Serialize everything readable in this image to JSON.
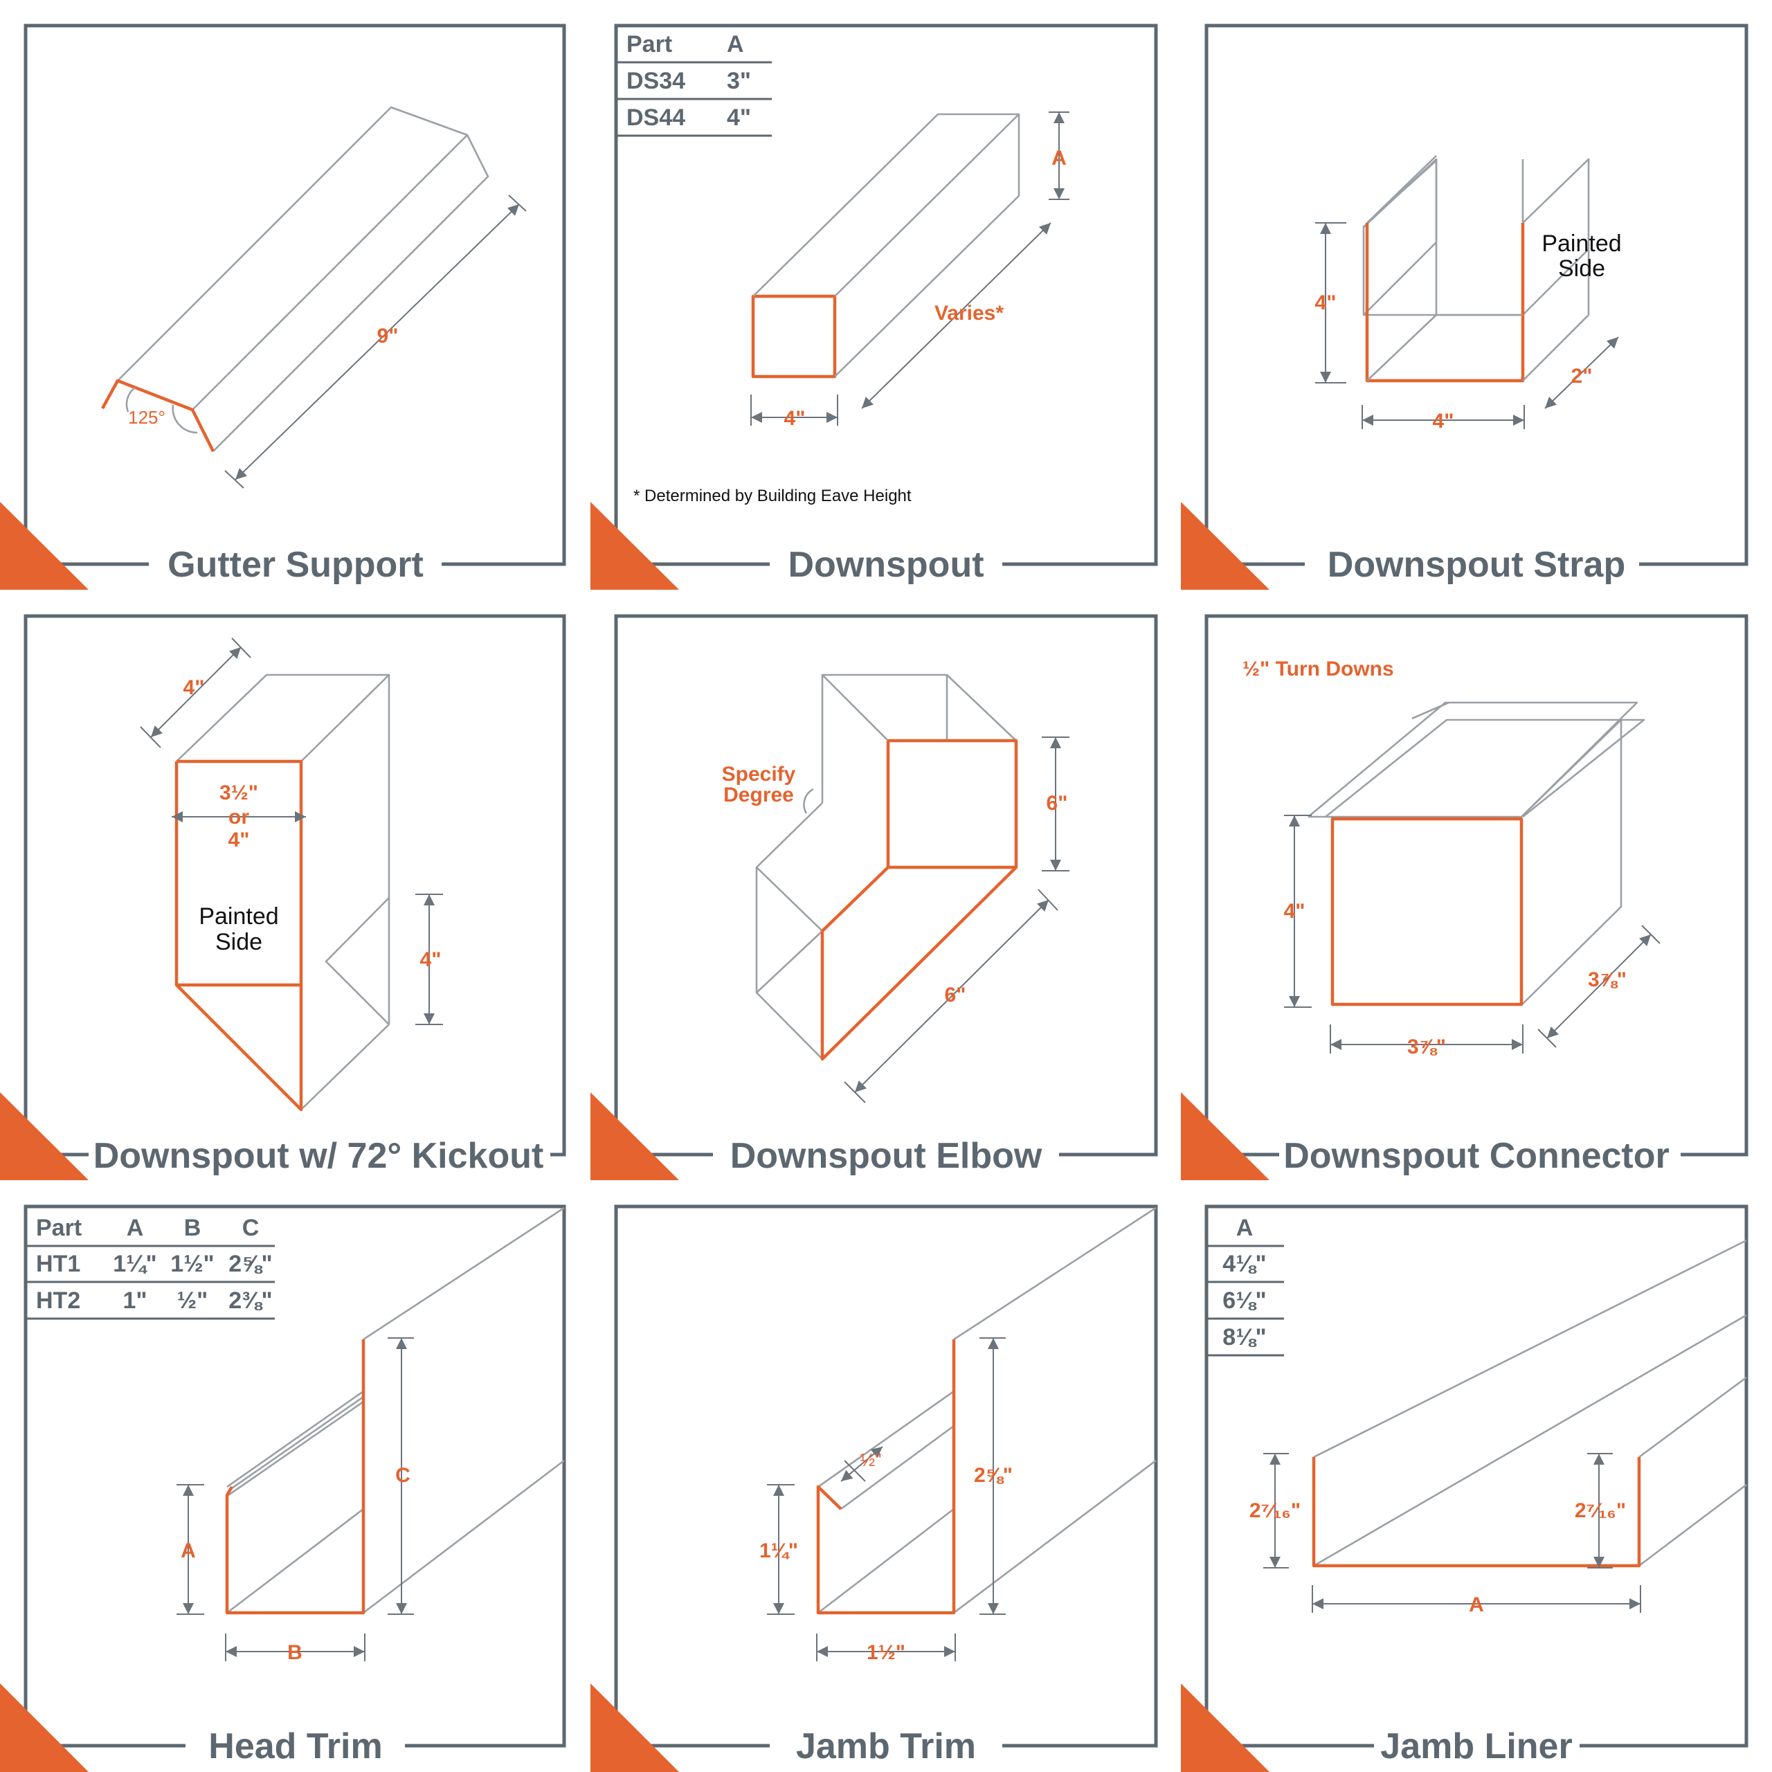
{
  "colors": {
    "accent": "#e5632e",
    "frame": "#5d6770",
    "line": "#9aa0a6"
  },
  "panels": {
    "gutter_support": {
      "title": "Gutter Support",
      "angle": "125°",
      "length": "9\""
    },
    "downspout": {
      "title": "Downspout",
      "table": {
        "headers": [
          "Part",
          "A"
        ],
        "rows": [
          [
            "DS34",
            "3\""
          ],
          [
            "DS44",
            "4\""
          ]
        ]
      },
      "dim_a": "A",
      "dim_width": "4\"",
      "dim_length": "Varies*",
      "note": "* Determined by Building Eave Height"
    },
    "downspout_strap": {
      "title": "Downspout Strap",
      "painted_side": [
        "Painted",
        "Side"
      ],
      "height": "4\"",
      "width": "4\"",
      "depth": "2\""
    },
    "downspout_kickout": {
      "title": "Downspout w/ 72° Kickout",
      "depth": "4\"",
      "width_lines": [
        "3½\"",
        "or",
        "4\""
      ],
      "painted_side": [
        "Painted",
        "Side"
      ],
      "height": "4\""
    },
    "downspout_elbow": {
      "title": "Downspout Elbow",
      "specify_degree": [
        "Specify",
        "Degree"
      ],
      "height": "6\"",
      "length": "6\""
    },
    "downspout_connector": {
      "title": "Downspout Connector",
      "turn_downs": "½\" Turn Downs",
      "height": "4\"",
      "width": "3⅞\"",
      "depth": "3⅞\""
    },
    "head_trim": {
      "title": "Head Trim",
      "table": {
        "headers": [
          "Part",
          "A",
          "B",
          "C"
        ],
        "rows": [
          [
            "HT1",
            "1¼\"",
            "1½\"",
            "2⅝\""
          ],
          [
            "HT2",
            "1\"",
            "½\"",
            "2⅜\""
          ]
        ]
      },
      "dim_a": "A",
      "dim_b": "B",
      "dim_c": "C"
    },
    "jamb_trim": {
      "title": "Jamb Trim",
      "lip": "½\"",
      "height_left": "1¼\"",
      "height_right": "2⅝\"",
      "width": "1½\""
    },
    "jamb_liner": {
      "title": "Jamb Liner",
      "table": {
        "headers": [
          "A"
        ],
        "rows": [
          [
            "4⅛\""
          ],
          [
            "6⅛\""
          ],
          [
            "8⅛\""
          ]
        ]
      },
      "height_left": "2⁷⁄₁₆\"",
      "height_right": "2⁷⁄₁₆\"",
      "dim_a": "A"
    }
  }
}
